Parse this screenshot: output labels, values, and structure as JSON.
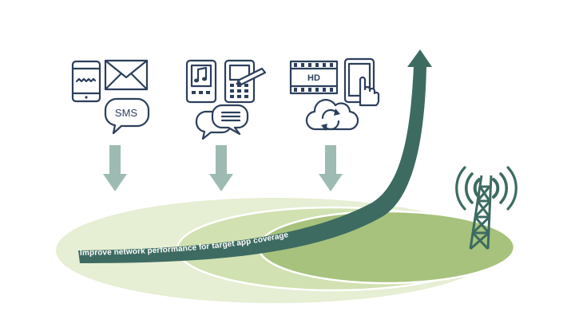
{
  "diagram": {
    "banner_text": "Improve network performance for target app coverage",
    "icon_groups": [
      {
        "name": "messaging",
        "icons": [
          "smartphone-icon",
          "envelope-icon",
          "sms-bubble-icon"
        ],
        "bubble_label": "SMS"
      },
      {
        "name": "social-media",
        "icons": [
          "music-player-icon",
          "handset-stylus-icon",
          "chat-bubble-icon"
        ]
      },
      {
        "name": "video-cloud",
        "icons": [
          "video-film-icon",
          "tablet-touch-icon",
          "cloud-sync-icon"
        ],
        "film_label": "HD"
      }
    ],
    "arrow_count": 3,
    "tower_icon": "radio-tower-icon",
    "colors": {
      "arrow": "#9dbbb2",
      "banner": "#3d6b62",
      "outer_ellipse": "#e6eed3",
      "middle_ellipse": "#d1e1b1",
      "inner_ellipse": "#a7c27c",
      "icon": "#2c3f5c",
      "tower": "#3d6b62"
    }
  }
}
